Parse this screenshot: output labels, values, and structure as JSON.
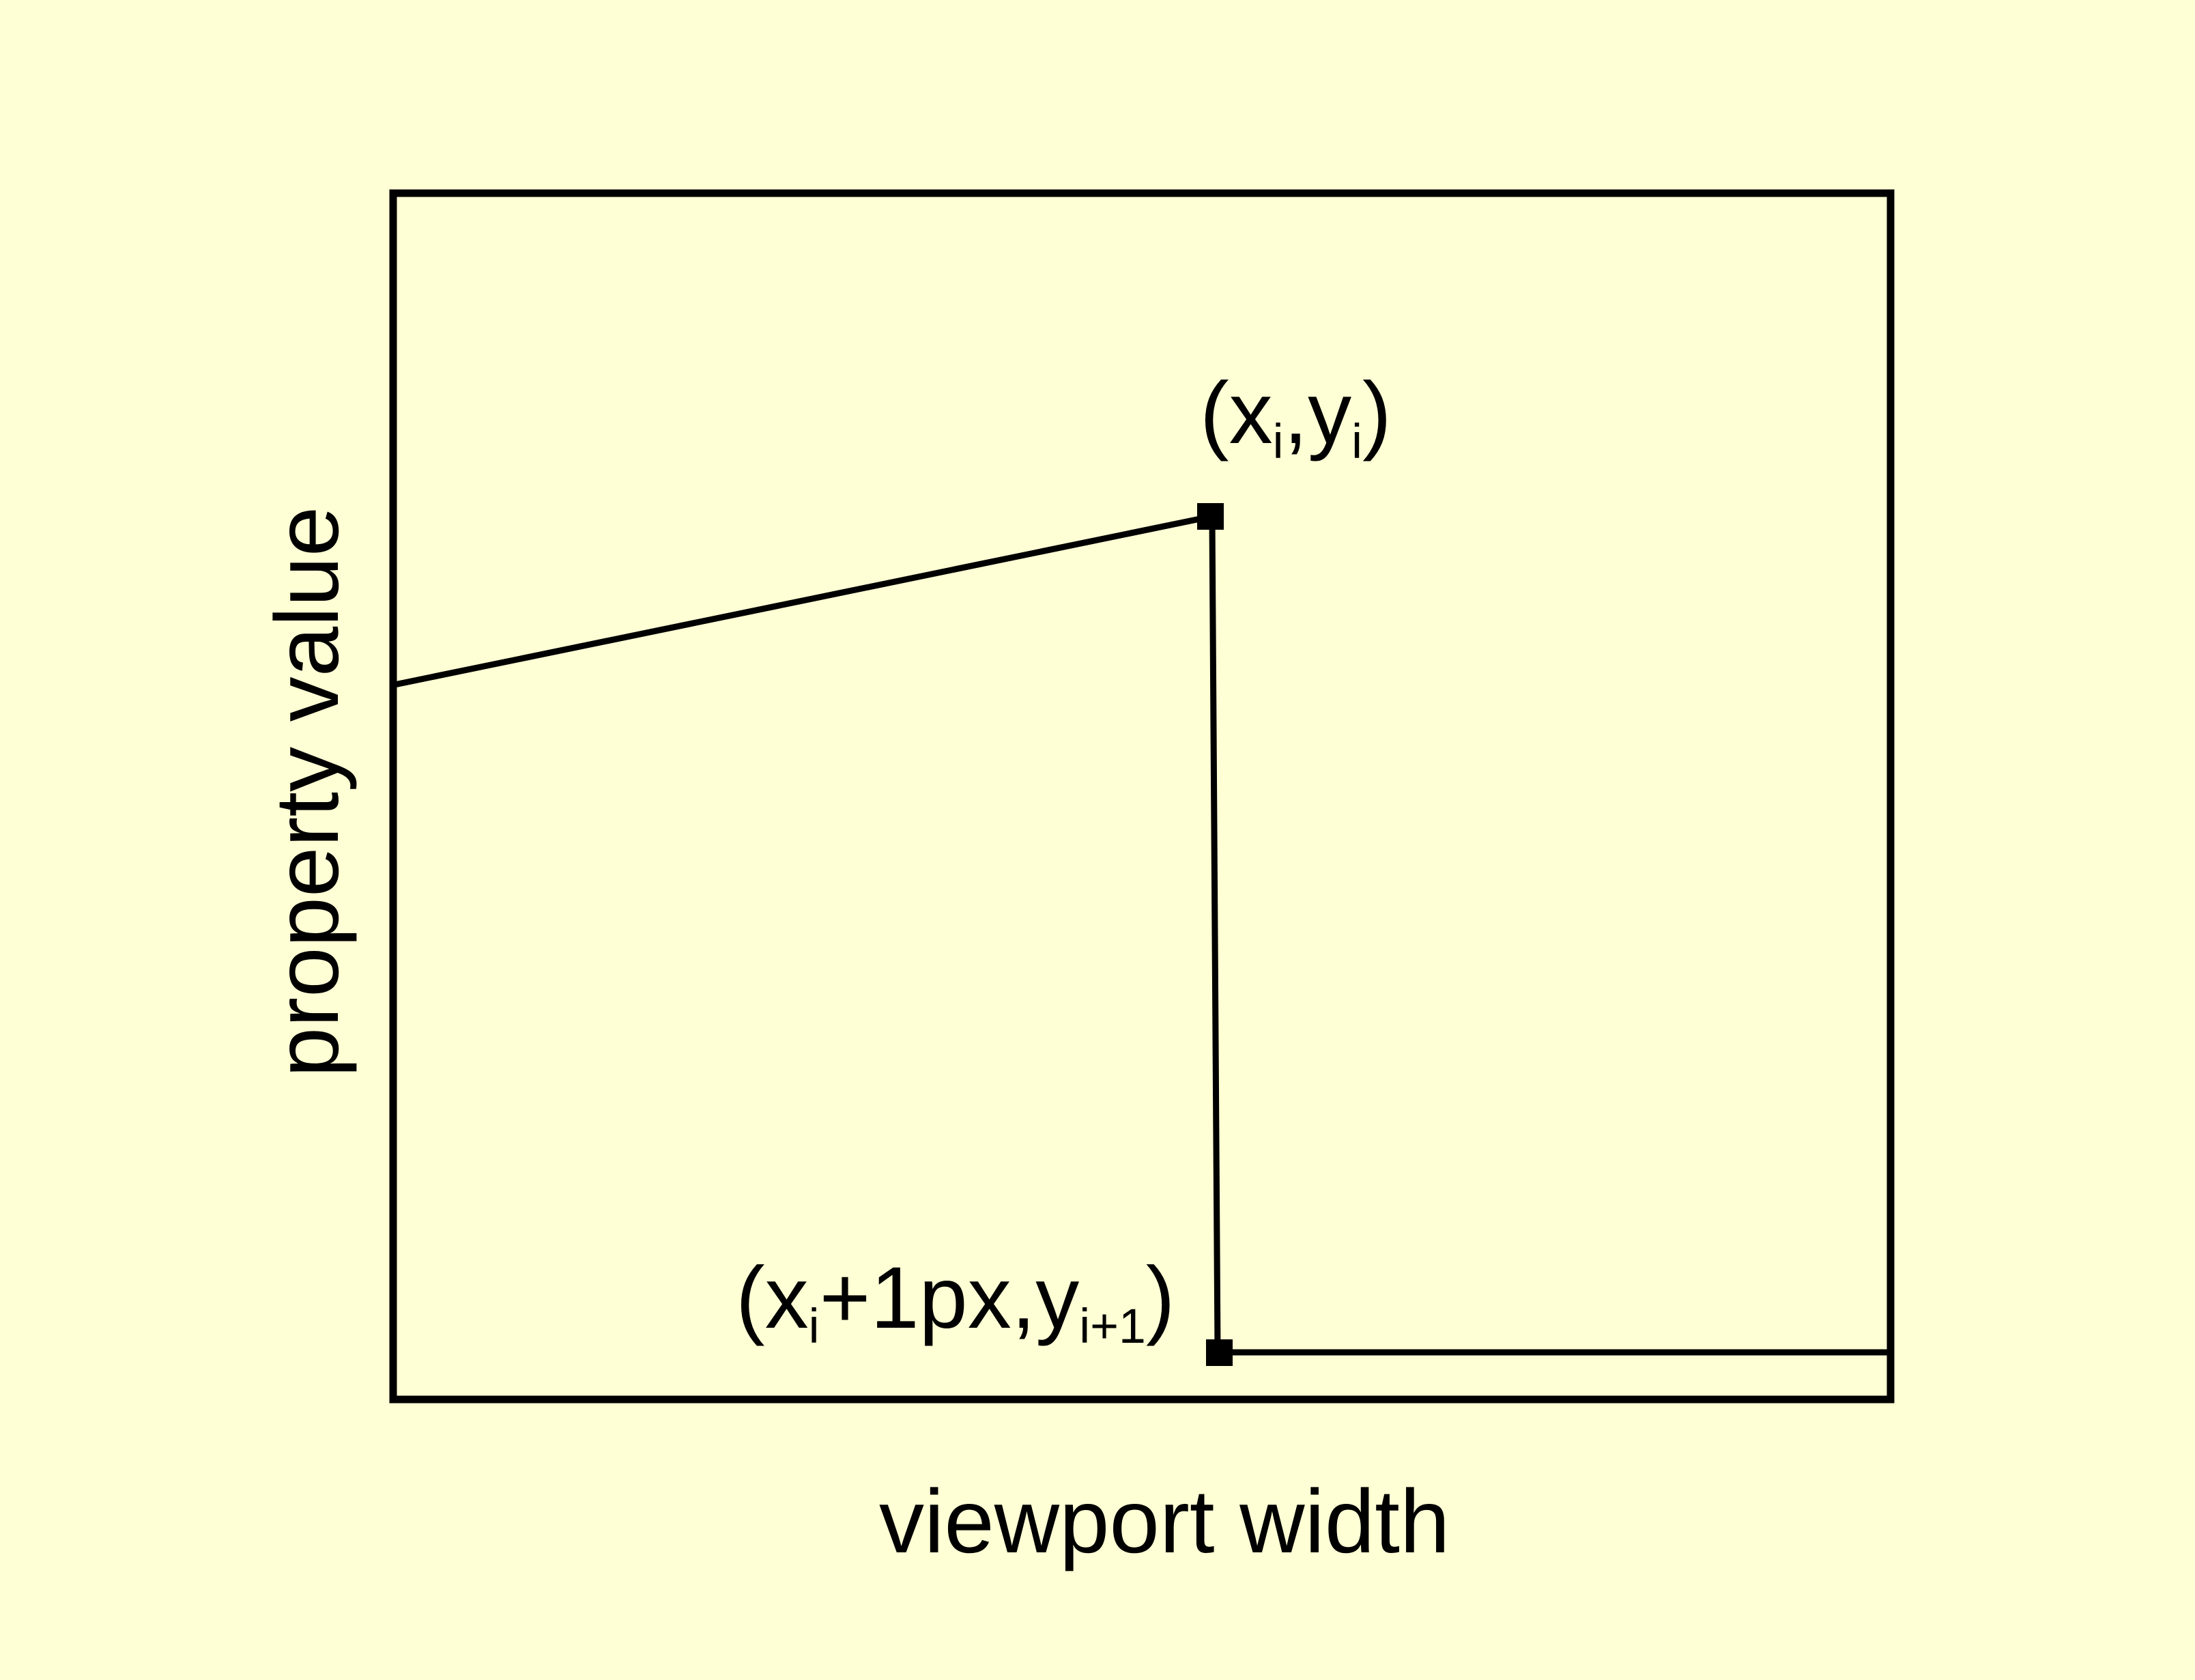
{
  "figure": {
    "background_color": "#ffffd5",
    "stroke_color": "#000000"
  },
  "annotations": {
    "upper_point": {
      "prefix": "(x",
      "sub1": "i",
      "mid": ",y",
      "sub2": "i",
      "suffix": ")",
      "full_text": "(xi,yi)"
    },
    "lower_point": {
      "prefix": "(x",
      "sub1": "i",
      "mid": "+1px,y",
      "sub2": "i+1",
      "suffix": ")",
      "full_text": "(xi+1px,yi+1)"
    }
  },
  "chart_data": {
    "type": "line",
    "title": "",
    "xlabel": "viewport width",
    "ylabel": "property value",
    "grid": false,
    "legend": null,
    "axis_ticks": {
      "x": [],
      "y": []
    },
    "xlim": [
      0,
      100
    ],
    "ylim": [
      0,
      100
    ],
    "description": "Step-wise property value response across viewport width: a gently rising ramp, a vertical drop of one pixel step, then a flat plateau.",
    "series": [
      {
        "name": "property value curve",
        "points": [
          {
            "x": 0.0,
            "y": 59.3,
            "label": null
          },
          {
            "x": 54.5,
            "y": 73.2,
            "label": "(xi,yi)",
            "marker": "square"
          },
          {
            "x": 55.0,
            "y": 3.9,
            "label": "(xi+1px,yi+1)",
            "marker": "square"
          },
          {
            "x": 100.0,
            "y": 3.9,
            "label": null
          }
        ]
      }
    ],
    "segments": [
      {
        "name": "rising-ramp",
        "from": [
          0.0,
          59.3
        ],
        "to": [
          54.5,
          73.2
        ]
      },
      {
        "name": "vertical-drop",
        "from": [
          54.5,
          73.2
        ],
        "to": [
          55.0,
          3.9
        ]
      },
      {
        "name": "flat-plateau",
        "from": [
          55.0,
          3.9
        ],
        "to": [
          100.0,
          3.9
        ]
      }
    ],
    "markers": [
      {
        "name": "upper-point",
        "x": 54.5,
        "y": 73.2,
        "label_ref": "annotations.upper_point.full_text"
      },
      {
        "name": "lower-point",
        "x": 55.0,
        "y": 3.9,
        "label_ref": "annotations.lower_point.full_text"
      }
    ]
  }
}
